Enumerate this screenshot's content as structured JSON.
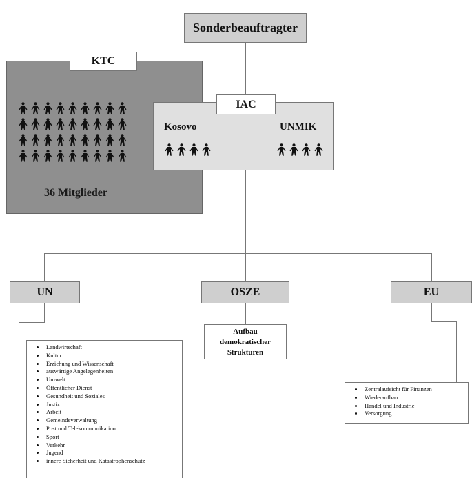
{
  "top": {
    "title": "Sonderbeauftragter"
  },
  "ktc": {
    "label": "KTC",
    "members_label": "36 Mitglieder",
    "member_count": 36
  },
  "iac": {
    "label": "IAC",
    "left_label": "Kosovo",
    "left_count": 4,
    "right_label": "UNMIK",
    "right_count": 4
  },
  "branches": [
    {
      "label": "UN"
    },
    {
      "label": "OSZE"
    },
    {
      "label": "EU"
    }
  ],
  "osze_box": {
    "lines": [
      "Aufbau",
      "demokratischer",
      "Strukturen"
    ]
  },
  "un_list": [
    "Landwirtschaft",
    "Kultur",
    "Erziehung und Wissenschaft",
    "auswärtige Angelegenheiten",
    "Umwelt",
    "Öffentlicher Dienst",
    "Gesundheit und Soziales",
    "Justiz",
    "Arbeit",
    "Gemeindeverwaltung",
    "Post und Telekommunikation",
    "Sport",
    "Verkehr",
    "Jugend",
    "innere Sicherheit und Katastrophenschutz"
  ],
  "eu_list": [
    "Zentralaufsicht für Finanzen",
    "Wiederaufbau",
    "Handel und Industrie",
    "Versorgung"
  ]
}
